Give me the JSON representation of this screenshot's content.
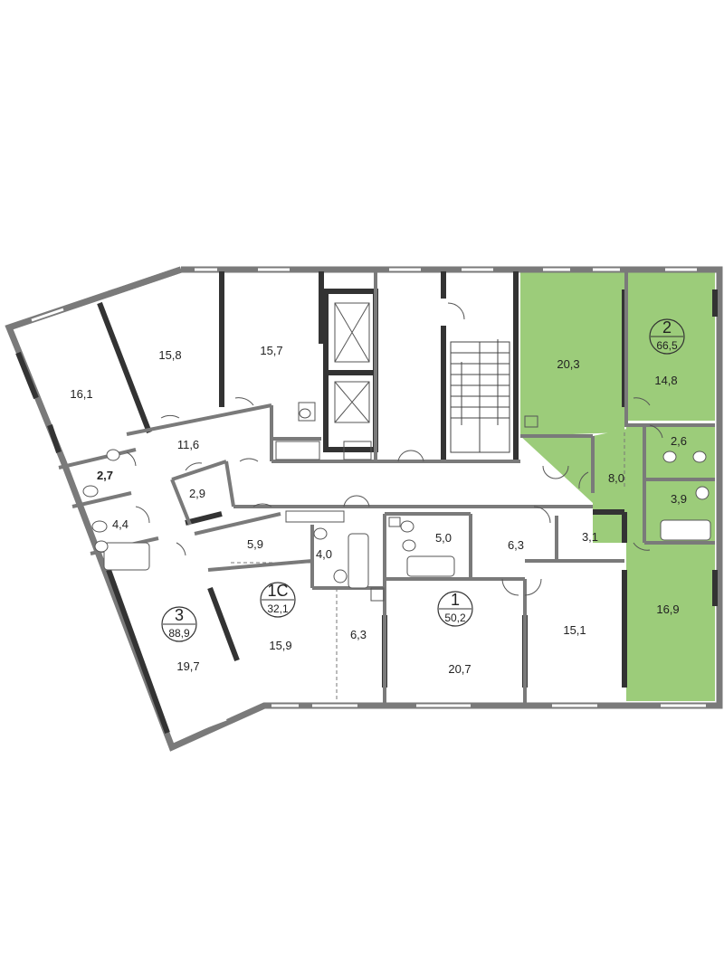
{
  "highlight_color": "#9ccc7a",
  "wall_color": "#7a7a7a",
  "apartments": {
    "apt2": {
      "number": "2",
      "total_area": "66,5"
    },
    "apt3": {
      "number": "3",
      "total_area": "88,9"
    },
    "apt1c": {
      "number": "1С",
      "total_area": "32,1"
    },
    "apt1": {
      "number": "1",
      "total_area": "50,2"
    }
  },
  "rooms": {
    "r_16_1": "16,1",
    "r_15_8": "15,8",
    "r_15_7": "15,7",
    "r_11_6": "11,6",
    "r_2_7": "2,7",
    "r_4_4": "4,4",
    "r_2_9": "2,9",
    "r_19_7": "19,7",
    "r_5_9": "5,9",
    "r_4_0": "4,0",
    "r_15_9": "15,9",
    "r_6_3a": "6,3",
    "r_5_0": "5,0",
    "r_6_3b": "6,3",
    "r_3_1": "3,1",
    "r_20_7": "20,7",
    "r_15_1": "15,1",
    "r_20_3": "20,3",
    "r_14_8": "14,8",
    "r_2_6": "2,6",
    "r_8_0": "8,0",
    "r_3_9": "3,9",
    "r_16_9": "16,9"
  }
}
